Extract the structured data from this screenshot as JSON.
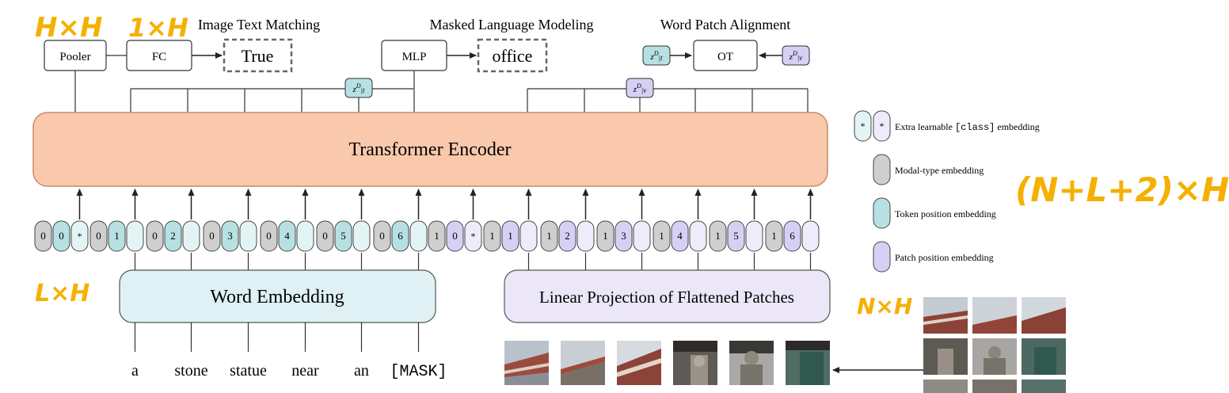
{
  "heads": {
    "itm_title": "Image Text Matching",
    "mlm_title": "Masked Language Modeling",
    "wpa_title": "Word Patch Alignment",
    "pooler": "Pooler",
    "fc": "FC",
    "true_out": "True",
    "mlp": "MLP",
    "office_out": "office",
    "ot": "OT",
    "zt": "z",
    "zt_sup": "D",
    "zt_sub": "|t",
    "zv_sub": "|v"
  },
  "encoder_label": "Transformer Encoder",
  "word_embedding_label": "Word Embedding",
  "patch_projection_label": "Linear Projection of Flattened Patches",
  "words": [
    "a",
    "stone",
    "statue",
    "near",
    "an",
    "[MASK]"
  ],
  "text_tokens": [
    {
      "modal": "0",
      "pos": "0",
      "third": "*"
    },
    {
      "modal": "0",
      "pos": "1"
    },
    {
      "modal": "0",
      "pos": "2"
    },
    {
      "modal": "0",
      "pos": "3"
    },
    {
      "modal": "0",
      "pos": "4"
    },
    {
      "modal": "0",
      "pos": "5"
    },
    {
      "modal": "0",
      "pos": "6"
    }
  ],
  "image_tokens": [
    {
      "modal": "1",
      "pos": "0",
      "third": "*"
    },
    {
      "modal": "1",
      "pos": "1"
    },
    {
      "modal": "1",
      "pos": "2"
    },
    {
      "modal": "1",
      "pos": "3"
    },
    {
      "modal": "1",
      "pos": "4"
    },
    {
      "modal": "1",
      "pos": "5"
    },
    {
      "modal": "1",
      "pos": "6"
    }
  ],
  "legend": {
    "class_star": "*",
    "class_label_pre": "Extra learnable ",
    "class_label_code": "[class]",
    "class_label_post": " embedding",
    "modal": "Modal-type embedding",
    "token": "Token position embedding",
    "patch": "Patch position embedding"
  },
  "annotations": {
    "hxh": "H×H",
    "oxh": "1×H",
    "lxh": "L×H",
    "nxh": "N×H",
    "total": "(N+L+2)×H"
  },
  "colors": {
    "encoder_fill": "#f9c8ad",
    "encoder_stroke": "#c88a6c",
    "word_emb_fill": "#dff1f4",
    "patch_proj_fill": "#ebe7f9",
    "modal_gray": "#cfcfcf",
    "token_teal": "#b7e0e3",
    "patch_purple": "#d6d0f4",
    "light_teal": "#e3f4f5",
    "light_purple": "#eeebfb",
    "annotation": "#f5b000"
  }
}
